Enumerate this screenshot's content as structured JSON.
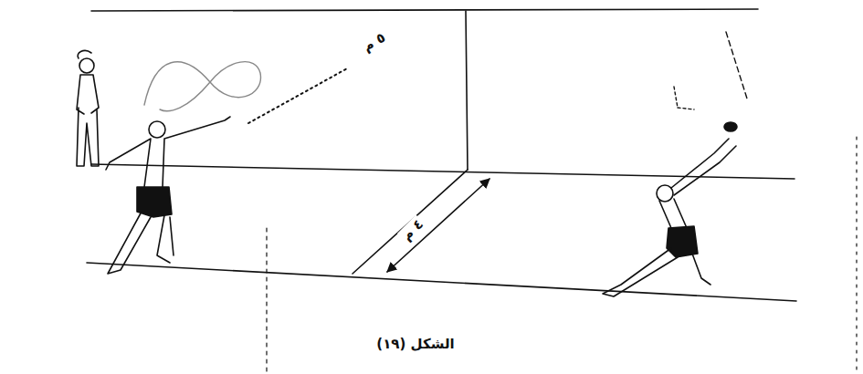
{
  "diagram": {
    "caption": "الشكل (١٩)",
    "labels": [
      "٥ م",
      "٤ م"
    ]
  }
}
